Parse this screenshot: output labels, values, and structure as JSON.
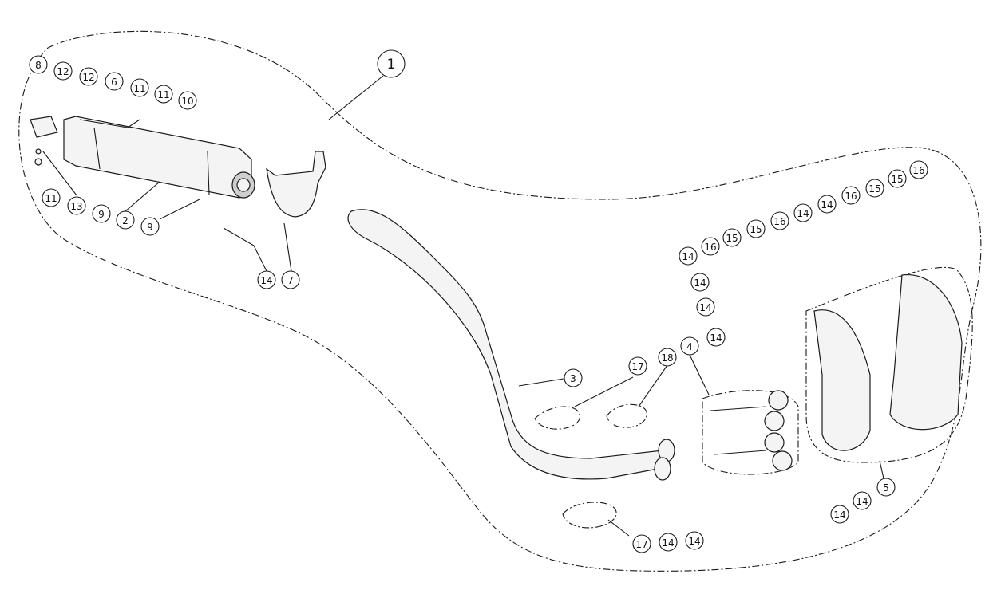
{
  "callouts": {
    "c1": "1",
    "c2": "2",
    "c3": "3",
    "c4": "4",
    "c5": "5",
    "c6": "6",
    "c7": "7",
    "c8": "8",
    "c9a": "9",
    "c9b": "9",
    "c10": "10",
    "c11a": "11",
    "c11b": "11",
    "c11c": "11",
    "c12a": "12",
    "c12b": "12",
    "c13": "13",
    "c14a": "14",
    "c14b": "14",
    "c14c": "14",
    "c14d": "14",
    "c14e": "14",
    "c14f": "14",
    "c14g": "14",
    "c14h": "14",
    "c14i": "14",
    "c14j": "14",
    "c14k": "14",
    "c15a": "15",
    "c15b": "15",
    "c15c": "15",
    "c15d": "15",
    "c16a": "16",
    "c16b": "16",
    "c16c": "16",
    "c16d": "16",
    "c17a": "17",
    "c17b": "17",
    "c18": "18"
  }
}
